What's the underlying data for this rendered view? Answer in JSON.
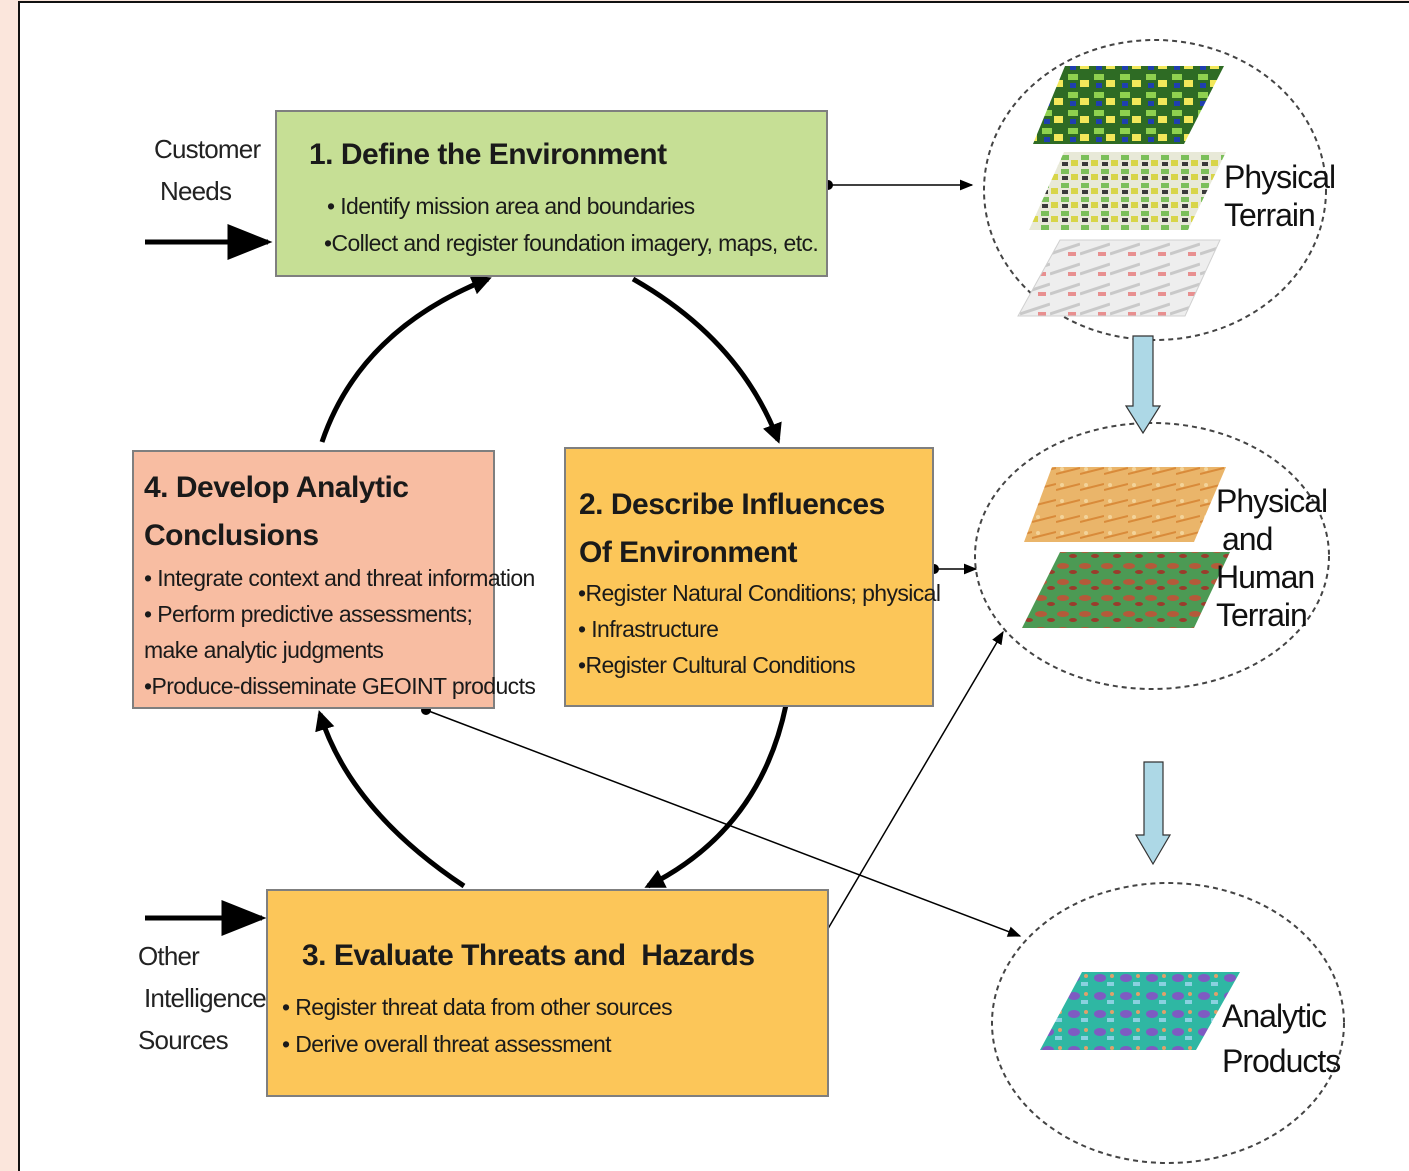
{
  "steps": {
    "define": {
      "title": "1. Define the Environment",
      "bullets": [
        "• Identify mission area and boundaries",
        "•Collect and register foundation imagery, maps, etc."
      ]
    },
    "describe": {
      "title_line1": "2. Describe Influences",
      "title_line2": "Of Environment",
      "bullets": [
        "•Register Natural Conditions; physical",
        "• Infrastructure",
        "•Register Cultural Conditions"
      ]
    },
    "evaluate": {
      "title": "3. Evaluate Threats and  Hazards",
      "bullets": [
        "• Register threat data from other sources",
        "• Derive overall threat assessment"
      ]
    },
    "develop": {
      "title_line1": "4. Develop Analytic",
      "title_line2": "Conclusions",
      "bullets": [
        "• Integrate context and threat information",
        "• Perform predictive assessments; make analytic judgments",
        "•Produce-disseminate GEOINT products"
      ]
    }
  },
  "inputs": {
    "customer_needs": [
      "Customer",
      "Needs"
    ],
    "other_sources": [
      "Other",
      "Intelligence",
      "Sources"
    ]
  },
  "layers": {
    "physical_terrain": [
      "Physical",
      "Terrain"
    ],
    "physical_human": [
      "Physical",
      "and",
      "Human",
      "Terrain"
    ],
    "analytic_products": [
      "Analytic",
      "Products"
    ]
  },
  "colors": {
    "step1": "#c6df95",
    "step2": "#fcc659",
    "step3": "#fcc659",
    "step4": "#f8bda2",
    "flow_arrow": "#add8e6"
  }
}
